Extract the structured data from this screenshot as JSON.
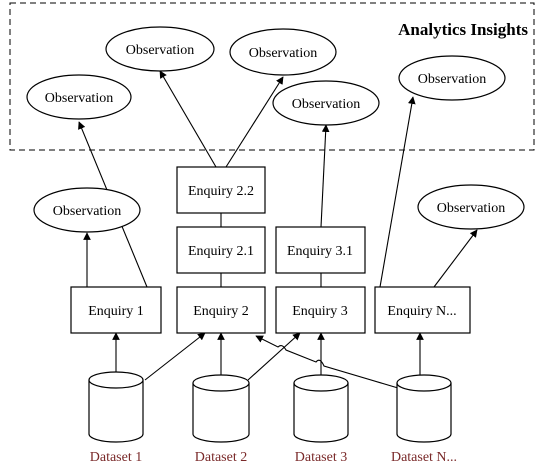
{
  "region": {
    "title": "Analytics Insights"
  },
  "observations": [
    {
      "label": "Observation"
    },
    {
      "label": "Observation"
    },
    {
      "label": "Observation"
    },
    {
      "label": "Observation"
    },
    {
      "label": "Observation"
    },
    {
      "label": "Observation"
    },
    {
      "label": "Observation"
    }
  ],
  "enquiries": {
    "e1": "Enquiry 1",
    "e2": "Enquiry 2",
    "e3": "Enquiry 3",
    "eN": "Enquiry N...",
    "e21": "Enquiry 2.1",
    "e22": "Enquiry 2.2",
    "e31": "Enquiry 3.1"
  },
  "datasets": [
    {
      "label": "Dataset 1"
    },
    {
      "label": "Dataset 2"
    },
    {
      "label": "Dataset 3"
    },
    {
      "label": "Dataset N..."
    }
  ],
  "colors": {
    "dataset_label": "#7a2a2a",
    "stroke": "#000000"
  }
}
